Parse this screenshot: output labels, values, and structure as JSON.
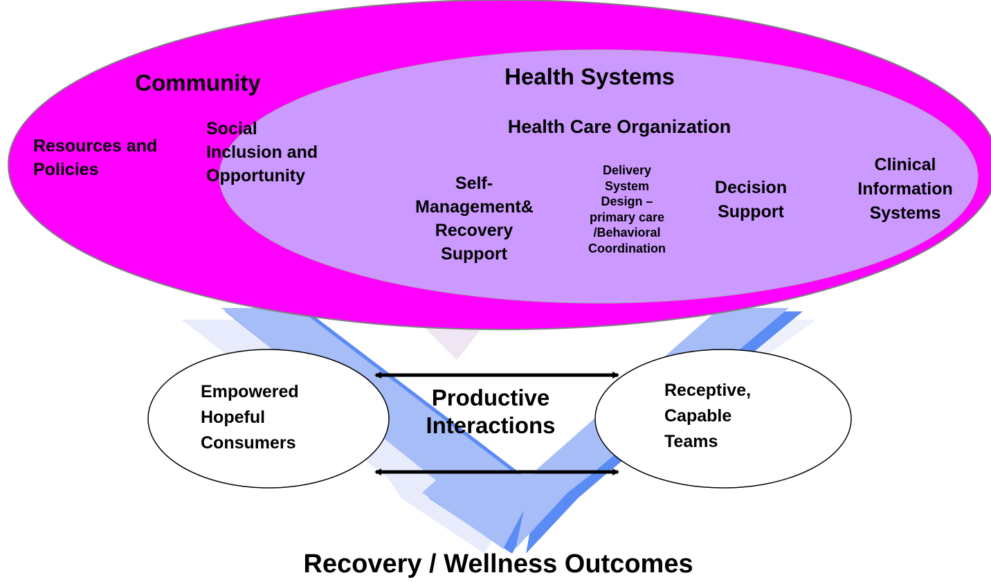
{
  "colors": {
    "community": "#ff00ff",
    "health_systems": "#cc99ff",
    "arrow_main": "#5b8cf5",
    "arrow_light": "#a7bdf7",
    "arrow_ghost": "#e6e9fb",
    "outline": "#7f7f7f"
  },
  "community": {
    "title": "Community",
    "resources": [
      "Resources and",
      "Policies"
    ],
    "social": [
      "Social",
      "Inclusion and",
      "Opportunity"
    ]
  },
  "health_systems": {
    "title": "Health Systems",
    "organization": "Health Care Organization",
    "self_management": [
      "Self-",
      "Management&",
      "Recovery",
      "Support"
    ],
    "delivery": [
      "Delivery",
      "System",
      "Design –",
      "primary care",
      "/Behavioral",
      "Coordination"
    ],
    "decision": [
      "Decision",
      "Support"
    ],
    "clinical": [
      "Clinical",
      "Information",
      "Systems"
    ]
  },
  "consumers": [
    "Empowered",
    "Hopeful",
    "Consumers"
  ],
  "interactions": [
    "Productive",
    "Interactions"
  ],
  "teams": [
    "Receptive,",
    "Capable",
    "Teams"
  ],
  "outcomes": "Recovery / Wellness Outcomes"
}
